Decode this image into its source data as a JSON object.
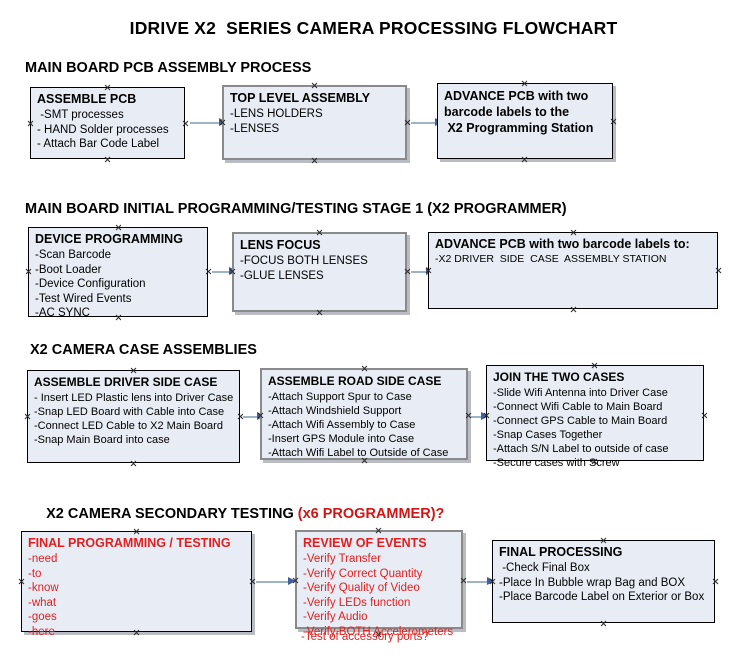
{
  "title": "IDRIVE X2  SERIES CAMERA PROCESSING FLOWCHART",
  "sections": [
    {
      "heading": "MAIN BOARD PCB ASSEMBLY PROCESS",
      "heading_accent": "",
      "boxes": [
        {
          "title": "ASSEMBLE PCB",
          "lines": [
            " -SMT processes",
            "- HAND Solder processes",
            "- Attach Bar Code Label"
          ]
        },
        {
          "title": "TOP LEVEL ASSEMBLY",
          "lines": [
            "-LENS HOLDERS",
            "-LENSES"
          ]
        },
        {
          "title": "",
          "lines": [
            "ADVANCE PCB with two",
            "barcode labels to the",
            " X2 Programming Station"
          ]
        }
      ]
    },
    {
      "heading": "MAIN BOARD INITIAL PROGRAMMING/TESTING STAGE 1 (X2 PROGRAMMER)",
      "heading_accent": "",
      "boxes": [
        {
          "title": "DEVICE PROGRAMMING",
          "lines": [
            "-Scan Barcode",
            "-Boot Loader",
            "-Device Configuration",
            "-Test Wired Events",
            "-AC SYNC"
          ]
        },
        {
          "title": "LENS FOCUS",
          "lines": [
            "-FOCUS BOTH LENSES",
            "-GLUE LENSES"
          ]
        },
        {
          "title": "ADVANCE PCB with two barcode labels to:",
          "lines": [
            "-X2 DRIVER  SIDE  CASE  ASSEMBLY STATION"
          ]
        }
      ]
    },
    {
      "heading": "X2 CAMERA CASE ASSEMBLIES",
      "heading_accent": "",
      "boxes": [
        {
          "title": "ASSEMBLE DRIVER SIDE CASE",
          "lines": [
            "- Insert LED Plastic lens into Driver Case",
            "-Snap LED Board with Cable into Case",
            "-Connect LED Cable to X2 Main Board",
            "-Snap Main Board into case"
          ]
        },
        {
          "title": "ASSEMBLE ROAD SIDE CASE",
          "lines": [
            "-Attach Support Spur to Case",
            "-Attach Windshield Support",
            "-Attach Wifi Assembly to Case",
            "-Insert GPS Module into Case",
            "-Attach Wifi Label to Outside of Case"
          ]
        },
        {
          "title": "JOIN THE TWO CASES",
          "lines": [
            "-Slide Wifi Antenna into Driver Case",
            "-Connect Wifi Cable to Main Board",
            "-Connect GPS Cable to Main Board",
            "-Snap Cases Together",
            "-Attach S/N Label to outside of case",
            "-Secure cases with Screw"
          ]
        }
      ]
    },
    {
      "heading": "X2 CAMERA SECONDARY TESTING ",
      "heading_accent": "(x6 PROGRAMMER)?",
      "boxes": [
        {
          "title": "FINAL PROGRAMMING / TESTING",
          "lines": [
            "-need",
            "-to",
            "-know",
            "-what",
            "-goes",
            "-here"
          ]
        },
        {
          "title": "REVIEW OF EVENTS",
          "lines": [
            "-Verify Transfer",
            "-Verify Correct Quantity",
            "-Verify Quality of Video",
            "-Verify LEDs function",
            "-Verify Audio",
            "-Verify BOTH Accelerometers"
          ],
          "overflow_line": "-Test of accessory ports?"
        },
        {
          "title": "FINAL PROCESSING",
          "lines": [
            " -Check Final Box",
            "-Place In Bubble wrap Bag and BOX",
            "-Place Barcode Label on Exterior or Box"
          ]
        }
      ]
    }
  ],
  "colors": {
    "box_fill": "#e8edf5",
    "box_border_black": "#000000",
    "box_border_gray": "#8a8a8a",
    "arrow_shaft": "#9db3c8",
    "arrow_head": "#3f5f9e",
    "accent_red": "#d11414",
    "text_red": "#e02020"
  }
}
